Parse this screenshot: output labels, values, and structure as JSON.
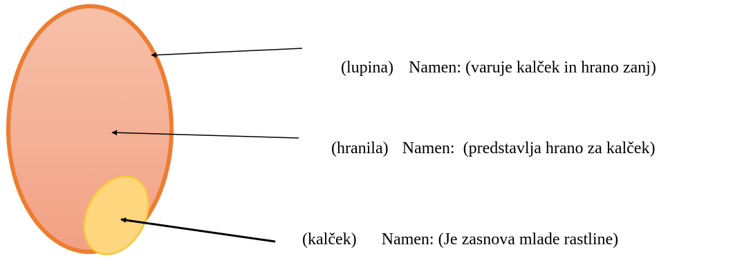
{
  "diagram": {
    "labels": [
      {
        "id": "lupina",
        "part": "(lupina)",
        "purpose": "Namen: (varuje kalček in hrano zanj)"
      },
      {
        "id": "hranila",
        "part": "(hranila)",
        "purpose": "Namen:  (predstavlja hrano za kalček)"
      },
      {
        "id": "kalcek",
        "part": "(kalček)",
        "purpose": "Namen: (Je zasnova mlade rastline)"
      }
    ],
    "colors": {
      "seed_fill_top": "#f6c1a9",
      "seed_fill_bottom": "#f2a184",
      "seed_outline": "#ed7d31",
      "embryo_fill": "#fdd67e",
      "embryo_outline": "#f7c53b",
      "arrow": "#000000",
      "text": "#000000"
    }
  }
}
